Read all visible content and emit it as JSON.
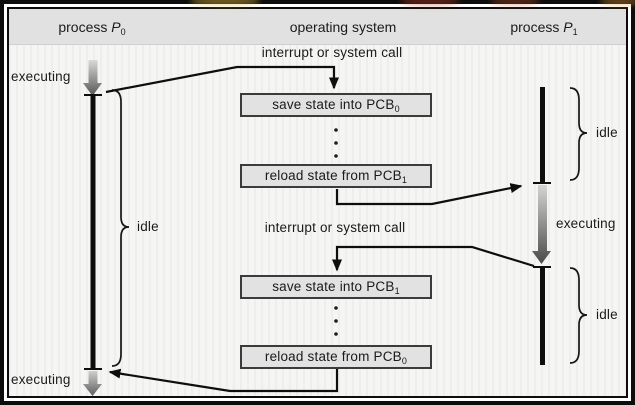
{
  "header": {
    "process_left": {
      "word": "process",
      "var": "P",
      "sub": "0"
    },
    "os": "operating system",
    "process_right": {
      "word": "process",
      "var": "P",
      "sub": "1"
    }
  },
  "labels": {
    "interrupt_top": "interrupt or system call",
    "interrupt_bottom": "interrupt or system call",
    "p0_executing_top": "executing",
    "p0_idle": "idle",
    "p0_executing_bottom": "executing",
    "p1_idle_top": "idle",
    "p1_executing": "executing",
    "p1_idle_bottom": "idle"
  },
  "boxes": {
    "save0": {
      "text": "save state into PCB",
      "sub": "0"
    },
    "reload1": {
      "text": "reload state from PCB",
      "sub": "1"
    },
    "save1": {
      "text": "save state into PCB",
      "sub": "1"
    },
    "reload0": {
      "text": "reload state from PCB",
      "sub": "0"
    }
  },
  "colors": {
    "frame": "#0d0d0d",
    "background": "#f5f5f4",
    "header_fill": "#e1e1e1",
    "box_fill": "#e2e2e2",
    "box_border": "#3b3b3b",
    "timeline": "#0e0e0e",
    "executing_arrow_light": "#d6d6d6",
    "executing_arrow_dark": "#4f4f4f"
  }
}
